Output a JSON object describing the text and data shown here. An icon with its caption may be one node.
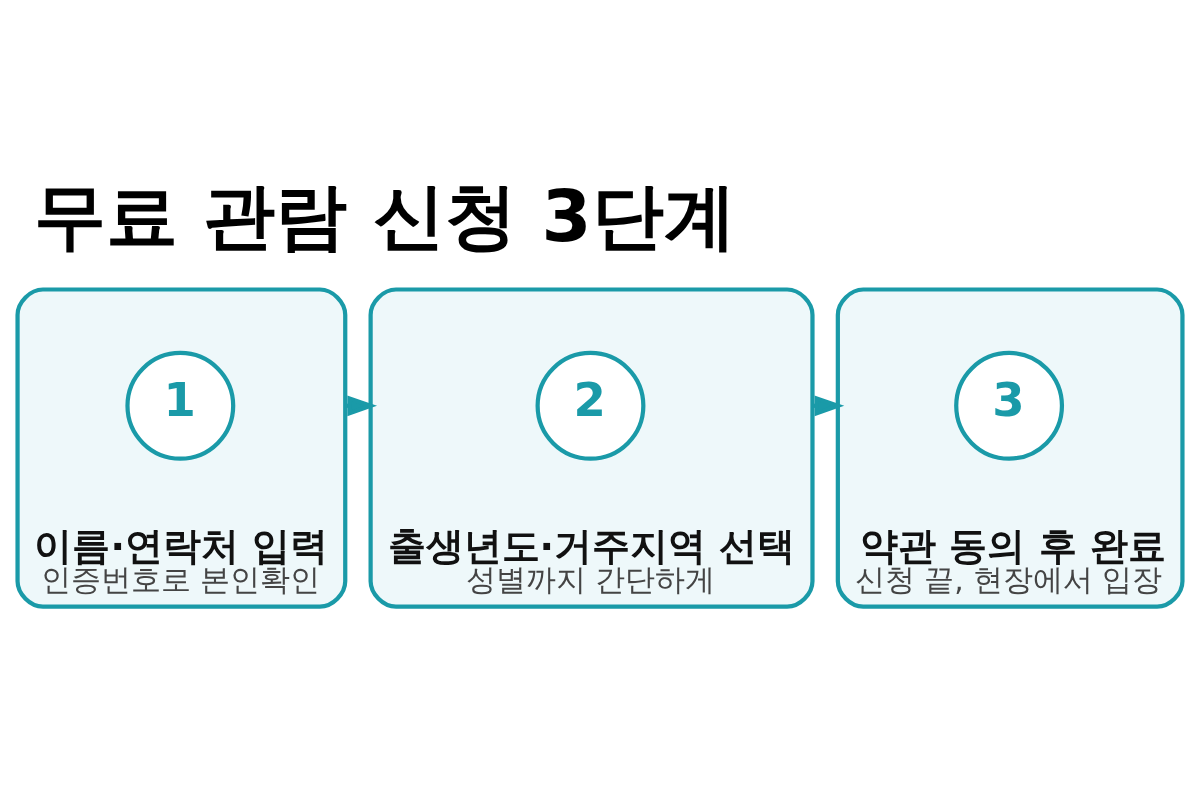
{
  "diagram": {
    "title": "무료 관람 신청 3단계",
    "nodes": [
      {
        "text": [
          "이름·연락처 입력",
          "인증번호로 본인확인"
        ]
      },
      {
        "text": [
          "1"
        ],
        "in": 0
      },
      {
        "text": [
          "출생년도·거주지역 선택",
          "성별까지 간단하게"
        ]
      },
      {
        "text": [
          "2"
        ],
        "in": 2
      },
      {
        "text": [
          "약관 동의 후 완료",
          "신청 끝, 현장에서 입장"
        ]
      },
      {
        "text": [
          "3"
        ],
        "in": 4
      }
    ],
    "edges": [
      {
        "from": 0,
        "to": 2,
        "arrow": "to"
      },
      {
        "from": 2,
        "to": 4,
        "arrow": "to"
      }
    ]
  }
}
